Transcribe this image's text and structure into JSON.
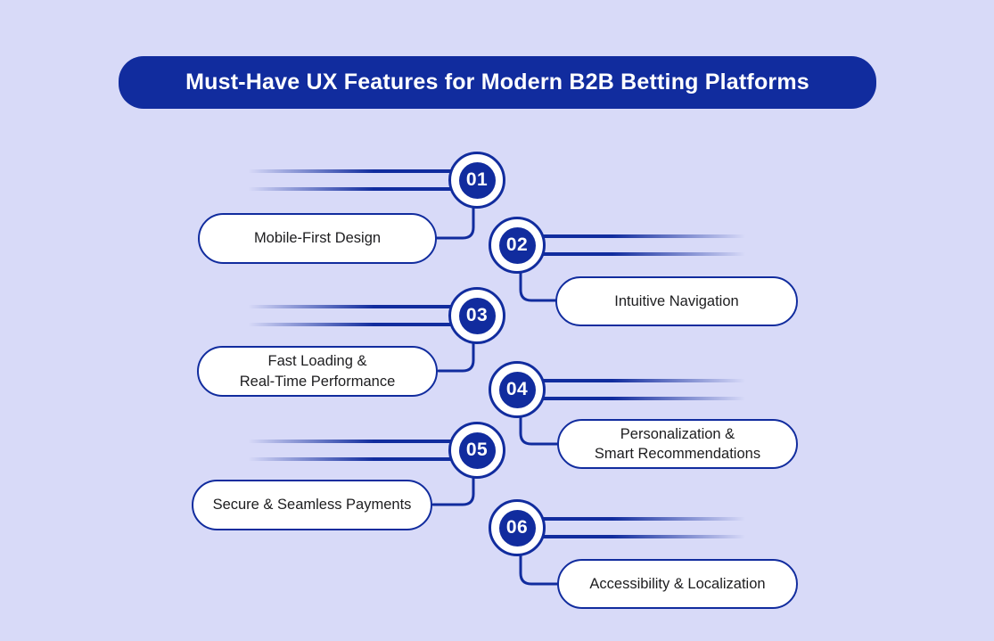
{
  "title": "Must-Have UX Features for Modern B2B Betting Platforms",
  "colors": {
    "background": "#D8DAF8",
    "primary_blue": "#112C9E",
    "pill_background": "#FFFFFF",
    "pill_text": "#1D1D1F",
    "title_text": "#FFFFFF",
    "number_text": "#FFFFFF"
  },
  "items": [
    {
      "number": "01",
      "label": "Mobile-First Design",
      "side": "left"
    },
    {
      "number": "02",
      "label": "Intuitive Navigation",
      "side": "right"
    },
    {
      "number": "03",
      "label": "Fast Loading &\nReal-Time Performance",
      "side": "left"
    },
    {
      "number": "04",
      "label": "Personalization &\nSmart Recommendations",
      "side": "right"
    },
    {
      "number": "05",
      "label": "Secure & Seamless Payments",
      "side": "left"
    },
    {
      "number": "06",
      "label": "Accessibility & Localization",
      "side": "right"
    }
  ]
}
